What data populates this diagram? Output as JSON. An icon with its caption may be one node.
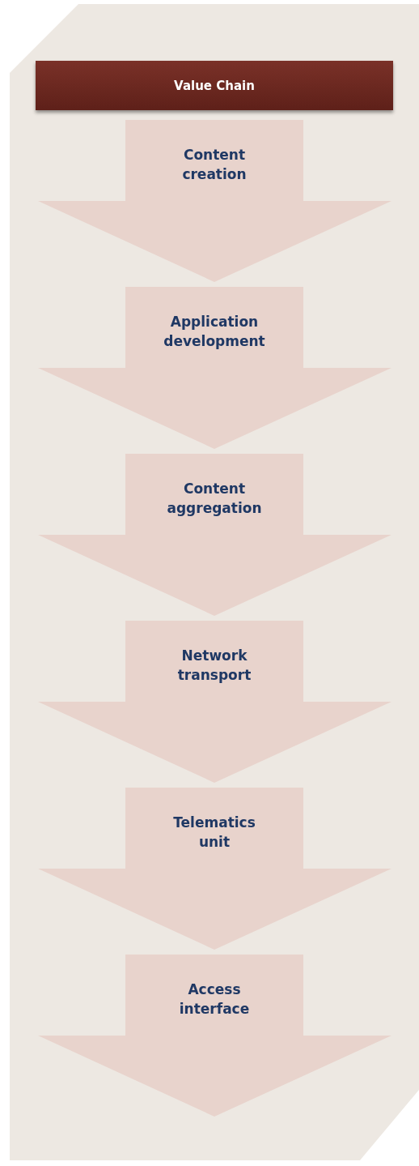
{
  "diagram": {
    "nodes": [
      {
        "text": [
          "Value Chain"
        ]
      },
      {
        "text": [
          "Content creation"
        ]
      },
      {
        "text": [
          "Application development"
        ]
      },
      {
        "text": [
          "Content aggregation"
        ]
      },
      {
        "text": [
          "Network transport"
        ]
      },
      {
        "text": [
          "Telematics unit"
        ]
      },
      {
        "text": [
          "Access interface"
        ]
      }
    ]
  }
}
